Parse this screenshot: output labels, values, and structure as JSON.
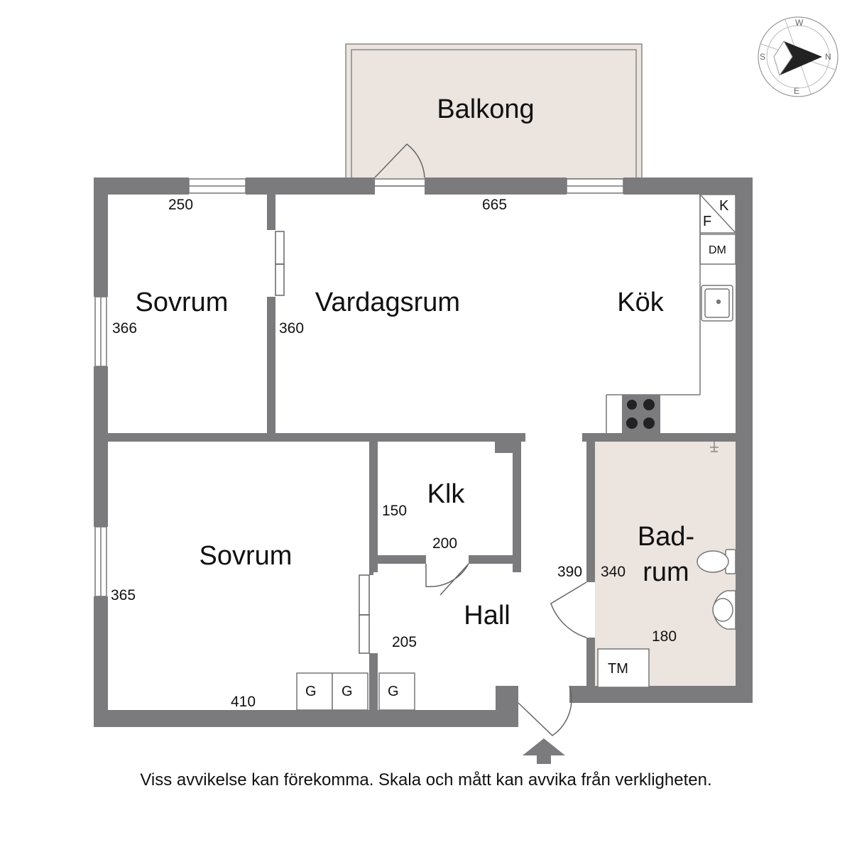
{
  "rooms": {
    "balcony": "Balkong",
    "bedroom_top": "Sovrum",
    "living_room": "Vardagsrum",
    "kitchen": "Kök",
    "closet": "Klk",
    "bedroom_bottom": "Sovrum",
    "hall": "Hall",
    "bathroom_line1": "Bad-",
    "bathroom_line2": "rum"
  },
  "dimensions": {
    "bedroom_top_width": "250",
    "bedroom_top_depth": "366",
    "living_width": "665",
    "living_depth": "360",
    "closet_depth": "150",
    "closet_width": "200",
    "bedroom_bottom_depth": "365",
    "bedroom_bottom_width": "410",
    "hall_width": "205",
    "hall_depth": "390",
    "bath_depth": "340",
    "bath_width": "180"
  },
  "fixtures": {
    "kyl": "K",
    "frys": "F",
    "diskmaskin": "DM",
    "garderob": "G",
    "tvattmaskin": "TM"
  },
  "compass": {
    "north": "N",
    "south": "S",
    "west": "W",
    "east": "E"
  },
  "disclaimer": "Viss avvikelse kan förekomma. Skala och mått kan avvika från verkligheten.",
  "colors": {
    "wall": "#7b7b7d",
    "balcony_fill": "#ebe4df",
    "bath_fill": "#ebe4df",
    "line": "#555555"
  }
}
